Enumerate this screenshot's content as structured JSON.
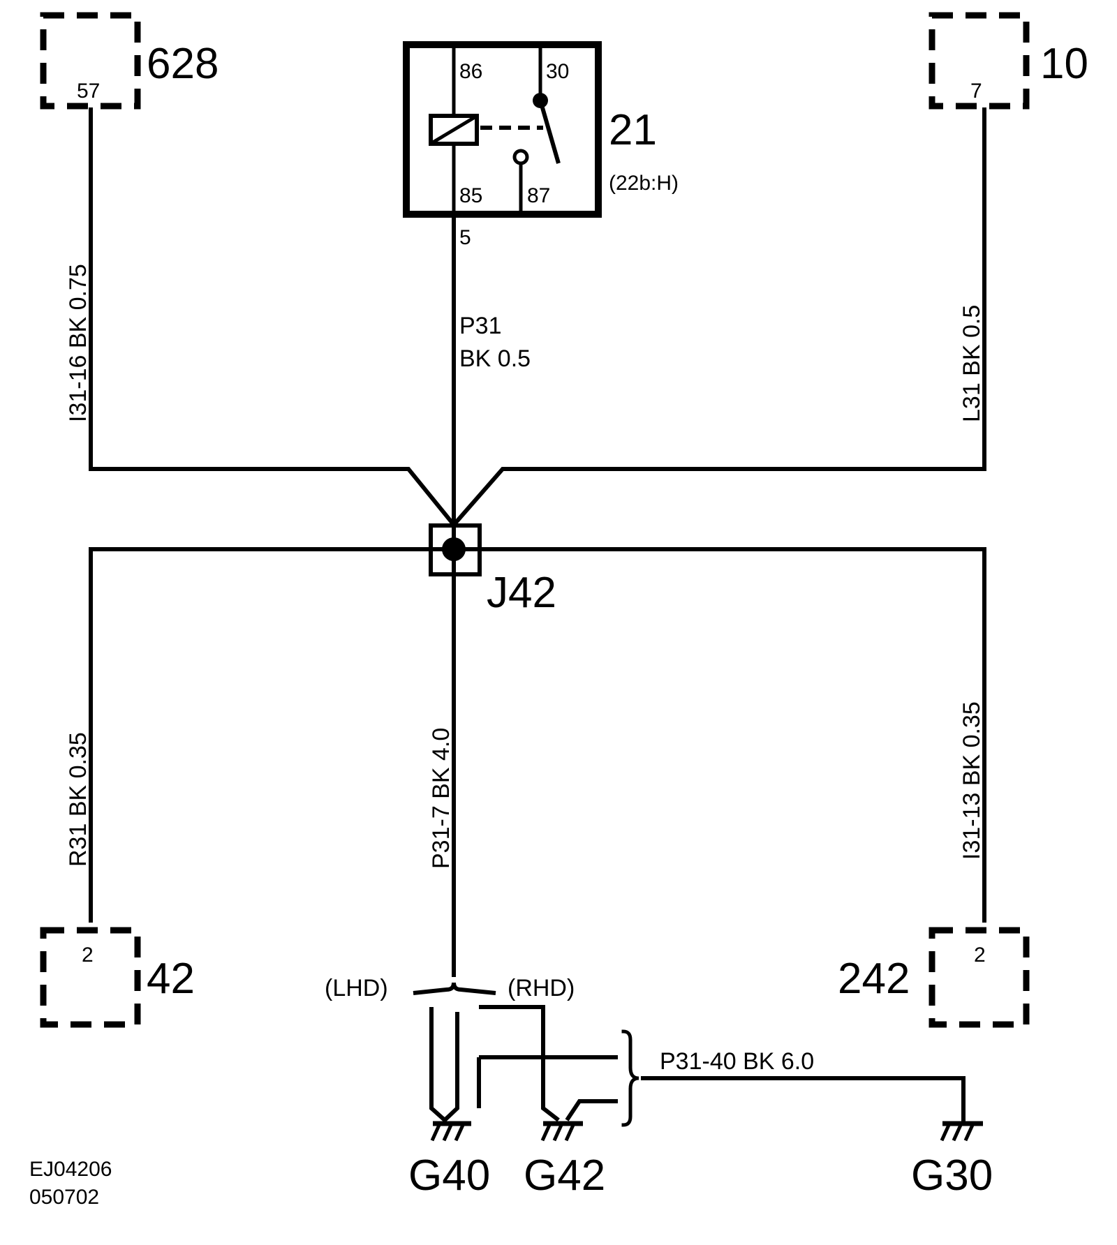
{
  "components": {
    "c628": {
      "id": "628",
      "pin": "57"
    },
    "c10": {
      "id": "10",
      "pin": "7"
    },
    "c42": {
      "id": "42",
      "pin": "2"
    },
    "c242": {
      "id": "242",
      "pin": "2"
    },
    "relay": {
      "id": "21",
      "ref": "(22b:H)",
      "pins": {
        "p86": "86",
        "p30": "30",
        "p85": "85",
        "p87": "87"
      },
      "connector_pin": "5"
    },
    "junction": {
      "id": "J42"
    }
  },
  "wires": {
    "w628": "I31-16  BK  0.75",
    "w10": "L31  BK  0.5",
    "relay_line1": "P31",
    "relay_line2": "BK  0.5",
    "w42": "R31  BK  0.35",
    "w242": "I31-13  BK  0.35",
    "wmain": "P31-7  BK  4.0",
    "wground": "P31-40  BK   6.0"
  },
  "variants": {
    "lhd": "(LHD)",
    "rhd": "(RHD)"
  },
  "grounds": {
    "g40": "G40",
    "g42": "G42",
    "g30": "G30"
  },
  "footer": {
    "code": "EJ04206",
    "date": "050702"
  }
}
